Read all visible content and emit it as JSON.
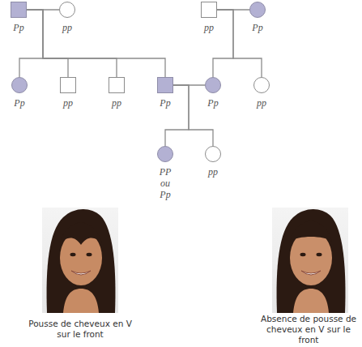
{
  "diagram": {
    "nodes": [
      {
        "text": [
          "Pp"
        ]
      },
      {
        "text": [
          "pp"
        ]
      },
      {
        "text": [
          "pp"
        ]
      },
      {
        "text": [
          "Pp"
        ]
      },
      {
        "text": [
          "Pp"
        ]
      },
      {
        "text": [
          "pp"
        ]
      },
      {
        "text": [
          "pp"
        ]
      },
      {
        "text": [
          "Pp"
        ]
      },
      {
        "text": [
          "Pp"
        ]
      },
      {
        "text": [
          "pp"
        ]
      },
      {
        "text": [
          "PP ou Pp"
        ]
      },
      {
        "text": [
          "pp"
        ]
      }
    ],
    "edges": [
      {
        "from": 0,
        "to": 1,
        "arrow": "none"
      },
      {
        "from": 2,
        "to": 3,
        "arrow": "none"
      },
      {
        "from": 0,
        "to": 4,
        "arrow": "none"
      },
      {
        "from": 0,
        "to": 5,
        "arrow": "none"
      },
      {
        "from": 0,
        "to": 6,
        "arrow": "none"
      },
      {
        "from": 0,
        "to": 7,
        "arrow": "none"
      },
      {
        "from": 2,
        "to": 8,
        "arrow": "none"
      },
      {
        "from": 2,
        "to": 9,
        "arrow": "none"
      },
      {
        "from": 7,
        "to": 8,
        "arrow": "none"
      },
      {
        "from": 7,
        "to": 10,
        "arrow": "none"
      },
      {
        "from": 7,
        "to": 11,
        "arrow": "none"
      }
    ],
    "labels": [
      "Pousse de cheveux en V sur le front",
      "Absence de pousse de cheveux en V sur le front"
    ]
  }
}
